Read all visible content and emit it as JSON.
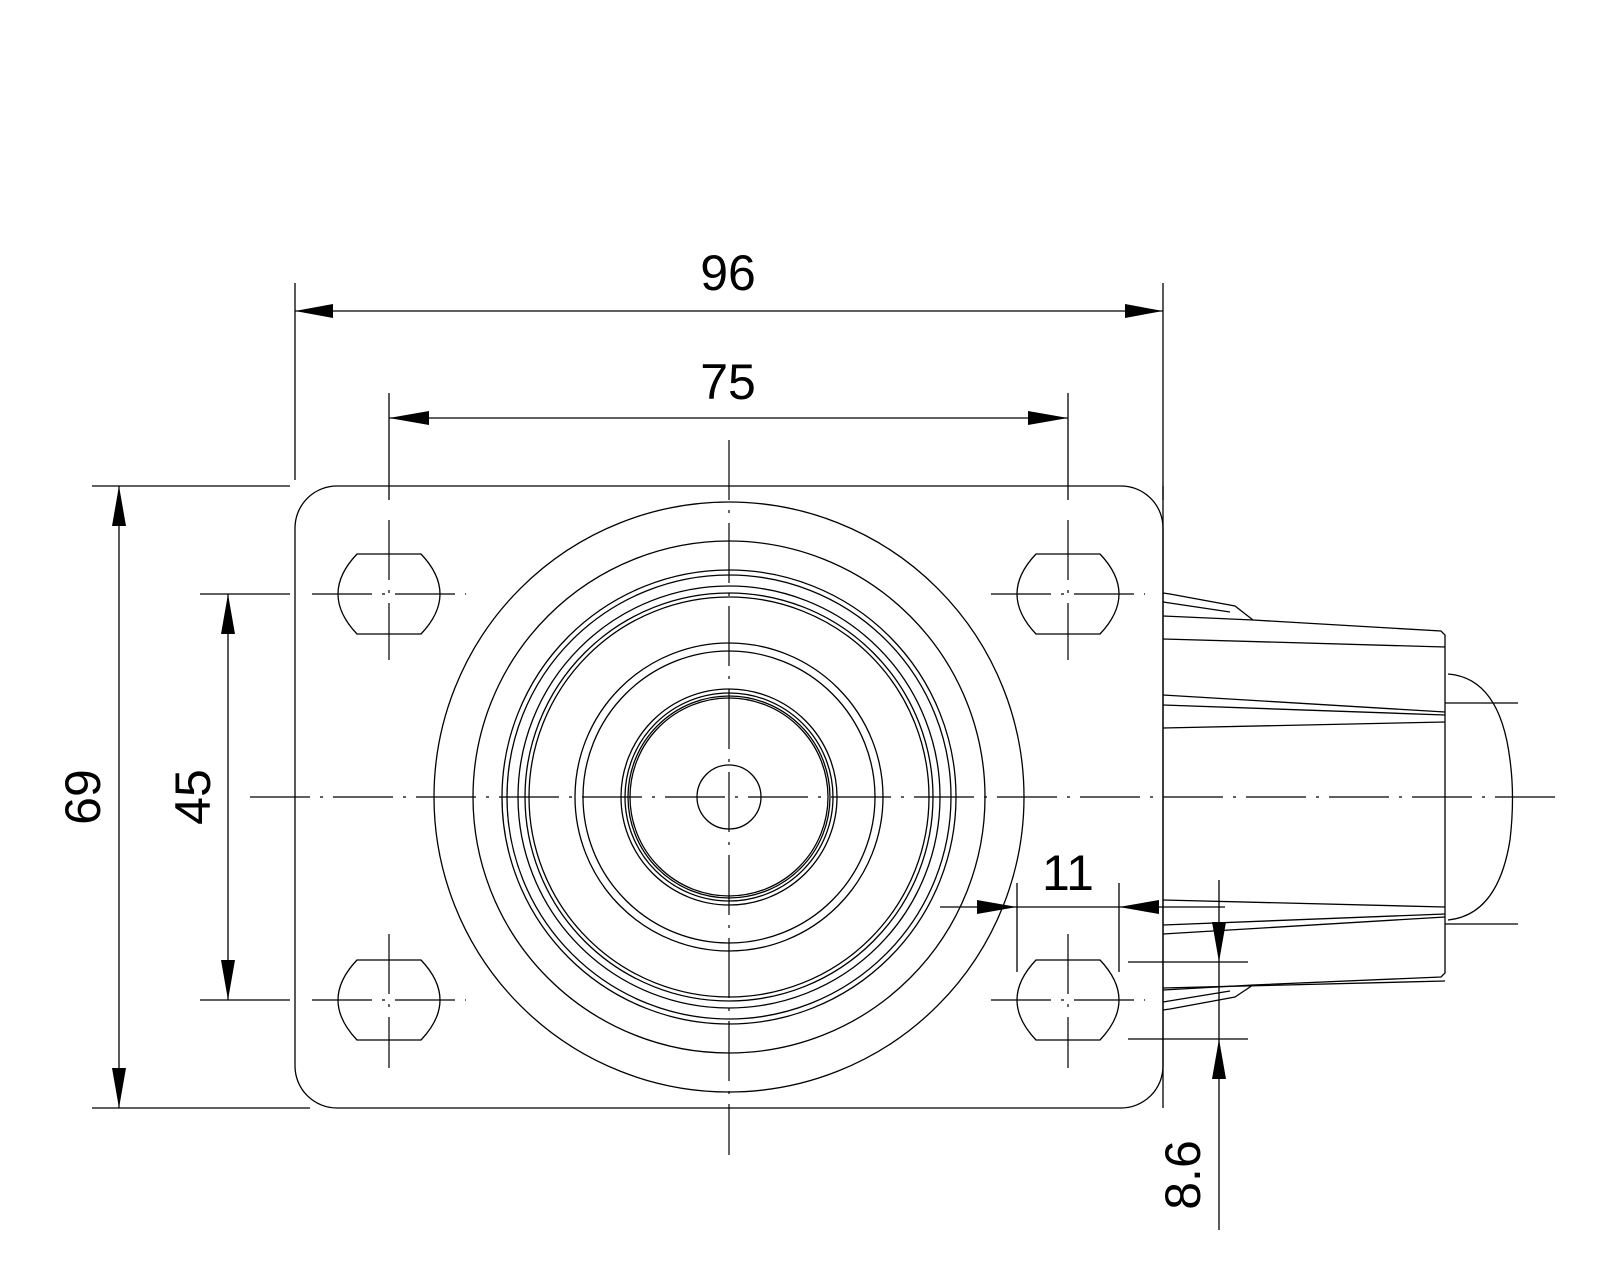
{
  "drawing": {
    "title": "Swivel castor top plate",
    "dimensions": {
      "plate_width": "96",
      "hole_spacing_x": "75",
      "plate_height": "69",
      "hole_spacing_y": "45",
      "hole_offset": "11",
      "side_offset": "8.6"
    }
  }
}
